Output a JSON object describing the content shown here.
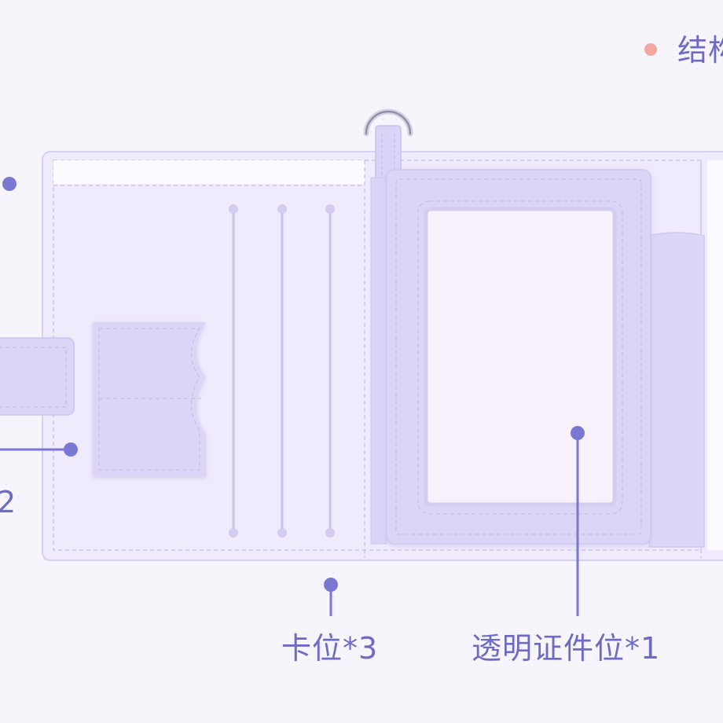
{
  "legend": {
    "label": "结构",
    "dot_color": "#f2a8a0"
  },
  "callouts": {
    "left_partial": "2",
    "card_slots": "卡位*3",
    "id_window": "透明证件位*1"
  },
  "colors": {
    "accent": "#7b78d3",
    "wallet_fill": "#efeafc",
    "wallet_edge": "#d6d0f0",
    "panel_fill": "#dcd6f6",
    "window_fill": "#f8f1fb",
    "stitch": "#bfb8e4"
  }
}
